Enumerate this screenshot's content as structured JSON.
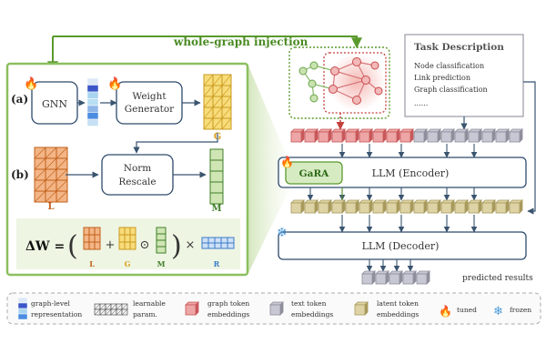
{
  "title": "whole-graph injection",
  "panel_labels": {
    "a": "(a)",
    "b": "(b)"
  },
  "modules": {
    "gnn": "GNN",
    "weight_generator_line1": "Weight",
    "weight_generator_line2": "Generator",
    "norm_rescale_line1": "Norm",
    "norm_rescale_line2": "Rescale",
    "gara": "GaRA",
    "encoder": "LLM (Encoder)",
    "decoder": "LLM (Decoder)"
  },
  "matrix_labels": {
    "G": "G",
    "L": "L",
    "M": "M",
    "R": "R"
  },
  "formula": {
    "lhs": "ΔW =",
    "plus": "+",
    "odot": "⊙",
    "times": "×"
  },
  "task": {
    "title": "Task Description",
    "items": [
      "Node classification",
      "Link prediction",
      "Graph classification"
    ],
    "ellipsis": "......"
  },
  "predicted": "predicted results",
  "legend": [
    {
      "id": "graph-level",
      "line1": "graph-level",
      "line2": "representation"
    },
    {
      "id": "learnable",
      "line1": "learnable",
      "line2": "param."
    },
    {
      "id": "graph-token",
      "line1": "graph token",
      "line2": "embeddings"
    },
    {
      "id": "text-token",
      "line1": "text token",
      "line2": "embeddings"
    },
    {
      "id": "latent-token",
      "line1": "latent token",
      "line2": "embeddings"
    },
    {
      "id": "tuned",
      "line1": "tuned",
      "line2": ""
    },
    {
      "id": "frozen",
      "line1": "frozen",
      "line2": ""
    }
  ],
  "colors": {
    "green": "#5b9a2e",
    "orange": "#d98b2b",
    "yellow": "#e9c550",
    "blue": "#4a8fd4",
    "red": "#d9686a",
    "gray": "#9a9aa8",
    "latent": "#cbbf8a",
    "box_border": "#2e4a6b"
  }
}
